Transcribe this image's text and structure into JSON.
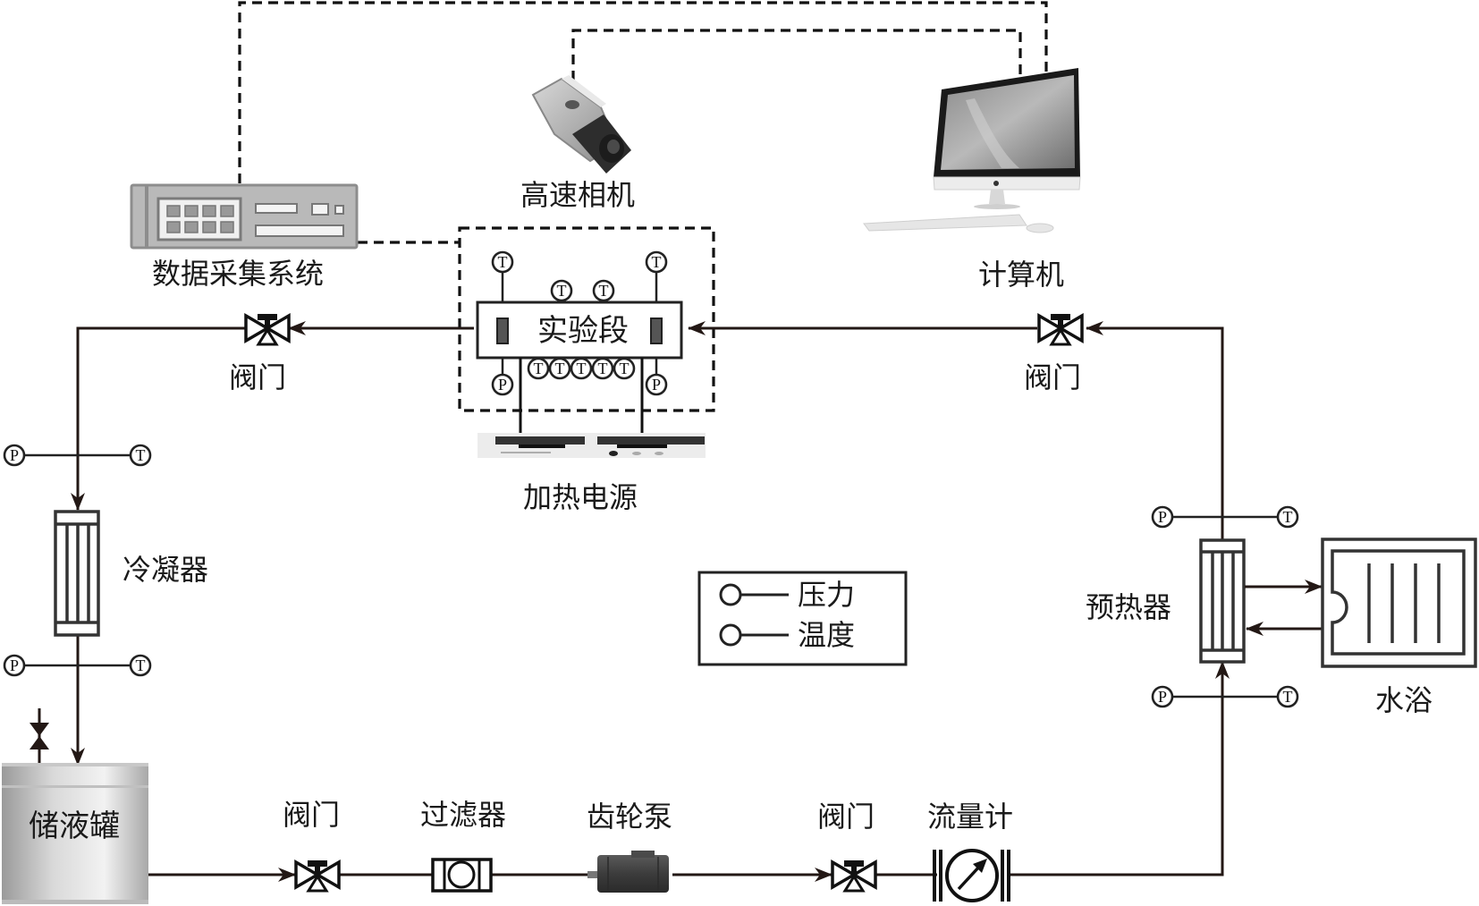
{
  "diagram": {
    "type": "experimental-loop-schematic",
    "components": {
      "daq": "数据采集系统",
      "camera": "高速相机",
      "computer": "计算机",
      "test_section": "实验段",
      "power_supply": "加热电源",
      "valve_top_left": "阀门",
      "valve_top_right": "阀门",
      "condenser": "冷凝器",
      "tank": "储液罐",
      "valve_bottom_1": "阀门",
      "filter": "过滤器",
      "gear_pump": "齿轮泵",
      "valve_bottom_2": "阀门",
      "flowmeter": "流量计",
      "preheater": "预热器",
      "water_bath": "水浴"
    },
    "legend": {
      "items": [
        {
          "label": "压力"
        },
        {
          "label": "温度"
        }
      ]
    },
    "gauges": {
      "pressure": "P",
      "temperature": "T"
    },
    "colors": {
      "line": "#231815",
      "background": "#ffffff",
      "device_gray": "#b5b5b5"
    }
  }
}
